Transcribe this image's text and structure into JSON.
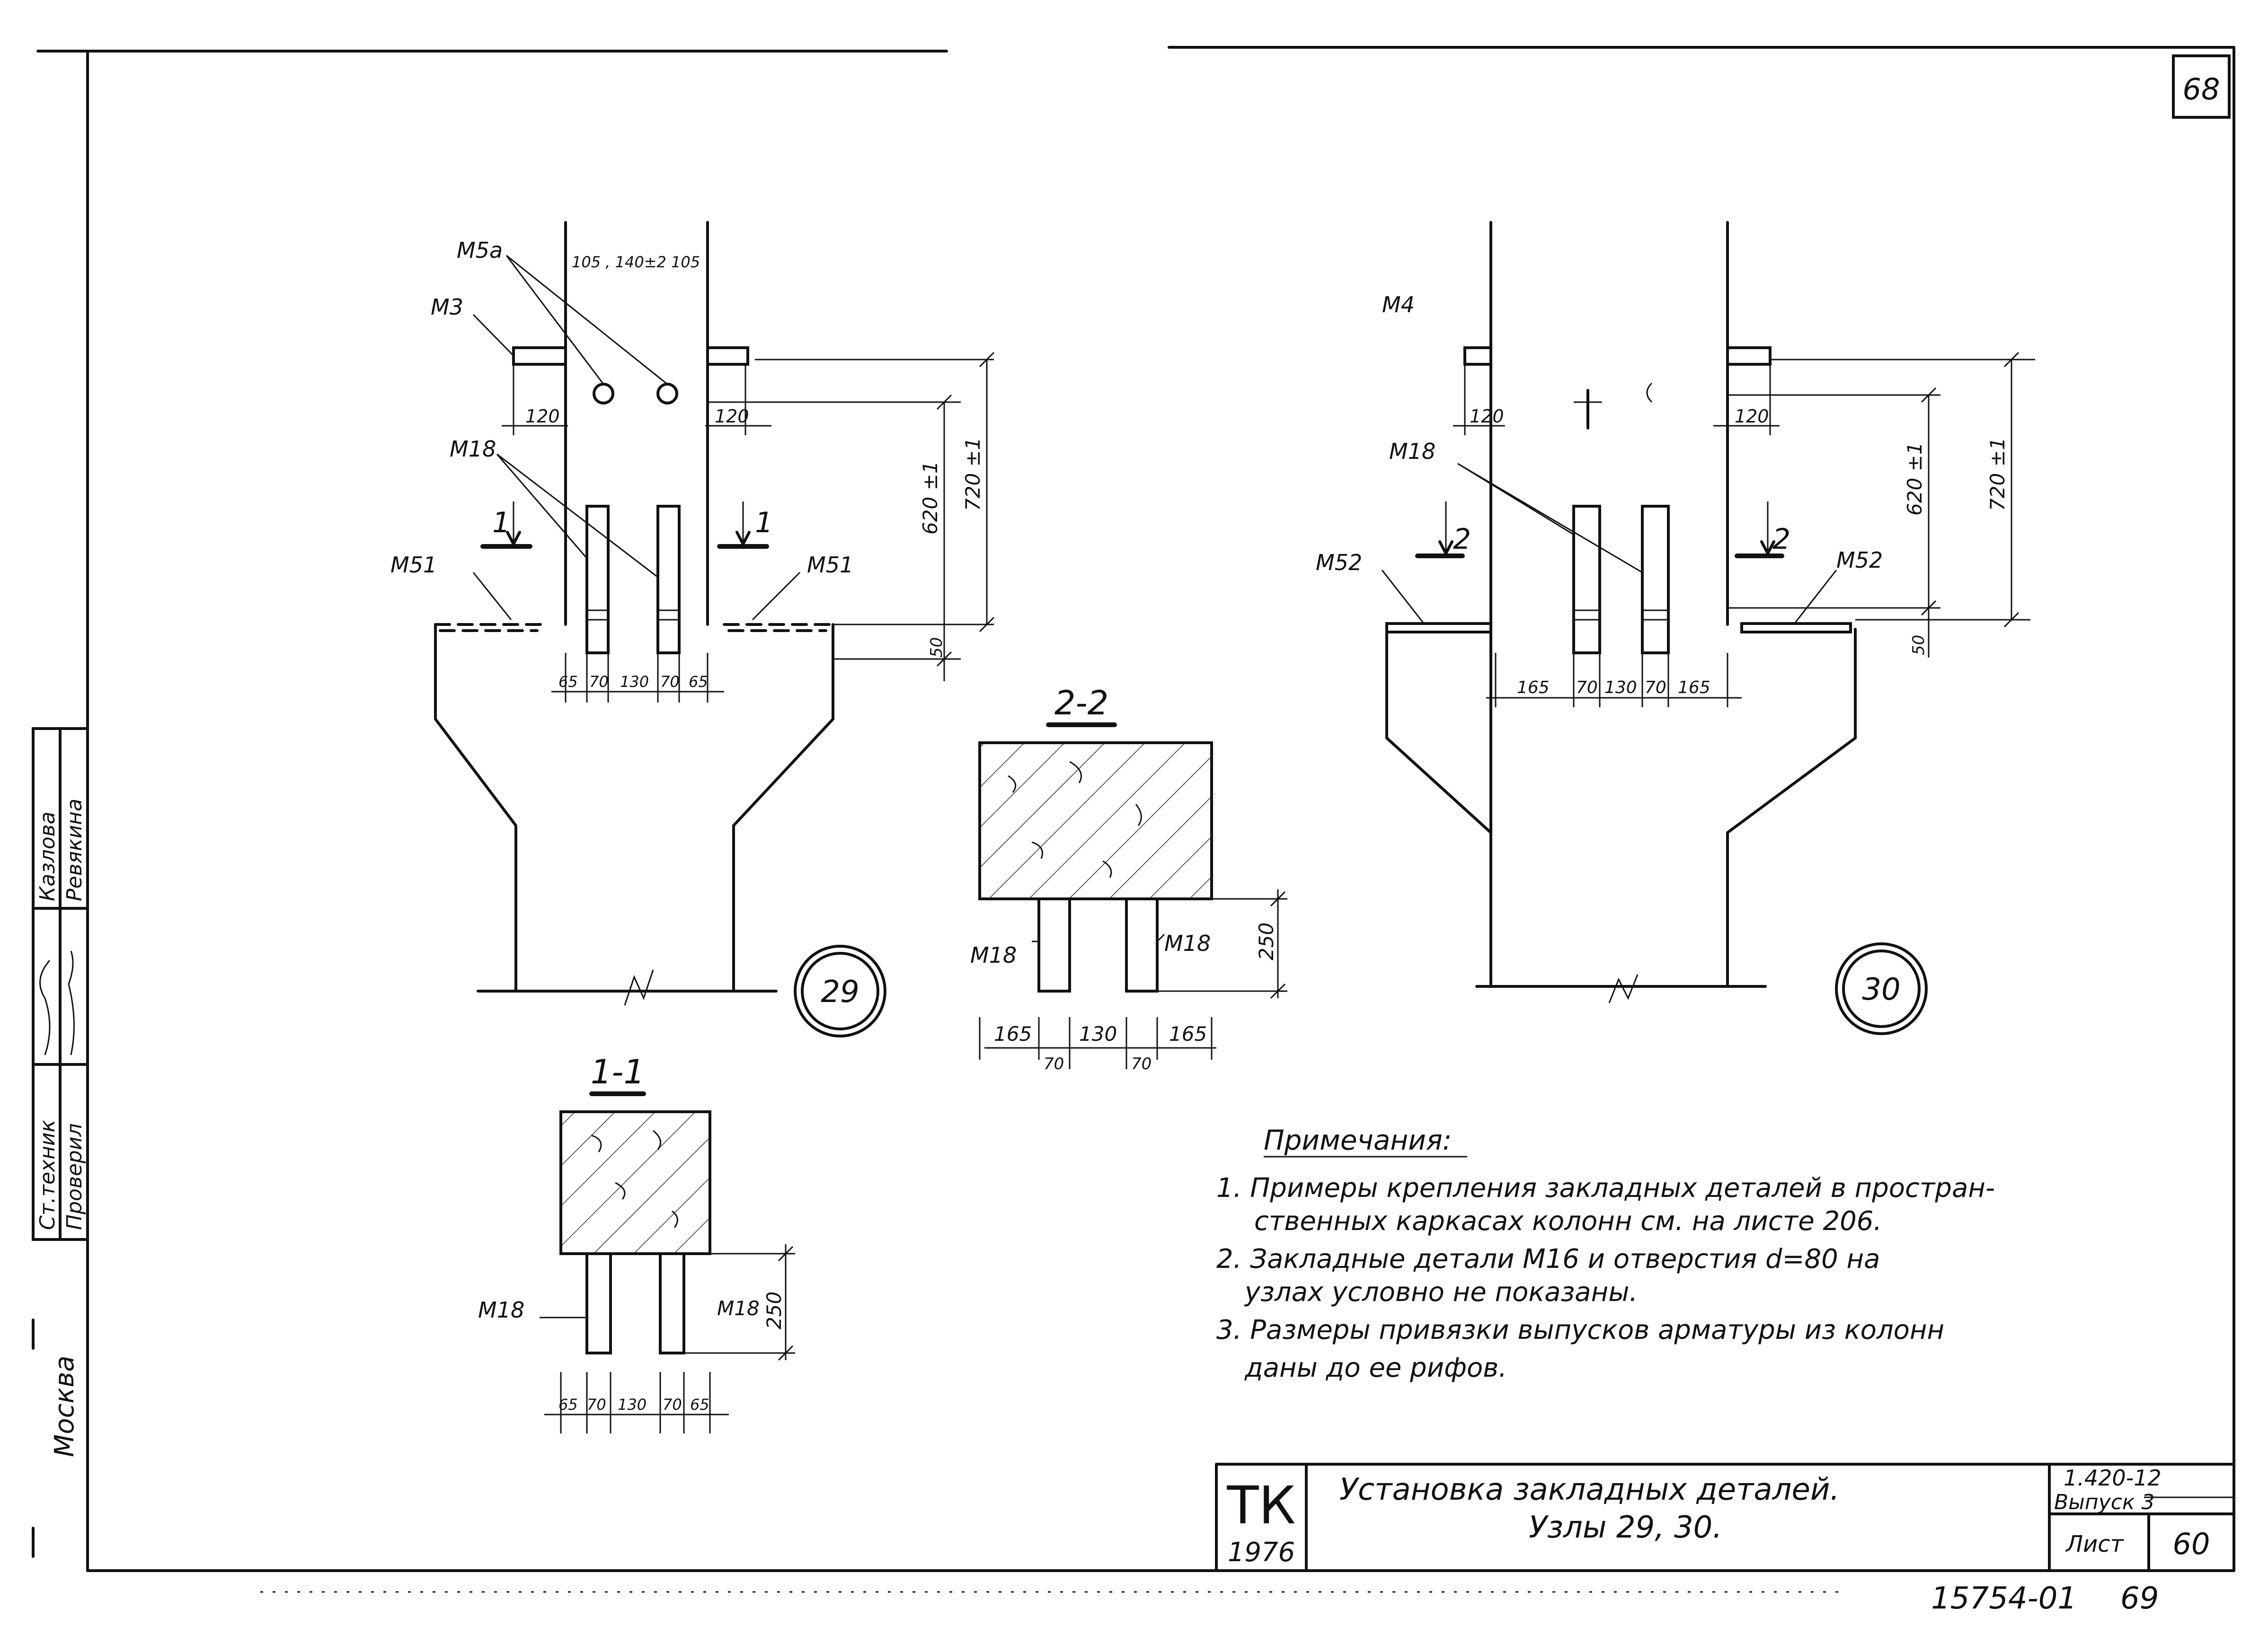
{
  "sheet": {
    "corner_number": "68",
    "bottom_left_code": "15754-01",
    "bottom_right_page": "69"
  },
  "side_stamp": {
    "row1_role": "Ст.техник",
    "row1_name": "Казлова",
    "row2_role": "Проверил",
    "row2_name": "Ревякина",
    "city": "Москва"
  },
  "node29": {
    "number": "29",
    "labels": [
      "М5а",
      "М3",
      "М18",
      "М51",
      "М51"
    ],
    "top_dims": "105 , 140±2 105",
    "dim_120_left": "120",
    "dim_120_right": "120",
    "dim_620": "620 ±1",
    "dim_720": "720 ±1",
    "dim_50": "50",
    "bottom_dims": [
      "65",
      "70",
      "130",
      "70",
      "65"
    ],
    "cut_mark": "1"
  },
  "node30": {
    "number": "30",
    "labels": [
      "М4",
      "М18",
      "М52",
      "М52"
    ],
    "dim_120_left": "120",
    "dim_120_right": "120",
    "dim_620": "620 ±1",
    "dim_720": "720 ±1",
    "dim_50": "50",
    "bottom_dims": [
      "165",
      "70",
      "130",
      "70",
      "165"
    ],
    "cut_mark": "2"
  },
  "section_2_2": {
    "title": "2-2",
    "label_left": "М18",
    "label_right": "М18",
    "dim_250": "250",
    "dims": [
      "165",
      "130",
      "165"
    ],
    "dims_70": [
      "70",
      "70"
    ]
  },
  "section_1_1": {
    "title": "1-1",
    "label_left": "М18",
    "label_right": "М18",
    "dim_250": "250",
    "dims": [
      "65",
      "70",
      "130",
      "70",
      "65"
    ]
  },
  "notes": {
    "heading": "Примечания:",
    "lines": [
      "1. Примеры крепления закладных деталей в простран-",
      "ственных каркасах колонн см. на листе 206.",
      "2. Закладные детали М16 и отверстия d=80 на",
      "узлах условно не показаны.",
      "3. Размеры привязки выпусков арматуры из колонн",
      "даны до ее рифов."
    ]
  },
  "title_block": {
    "org": "ТК",
    "year": "1976",
    "title_line1": "Установка закладных деталей.",
    "title_line2": "Узлы 29, 30.",
    "series": "1.420-12",
    "issue": "Выпуск 3",
    "sheet_label": "Лист",
    "sheet_number": "60"
  }
}
